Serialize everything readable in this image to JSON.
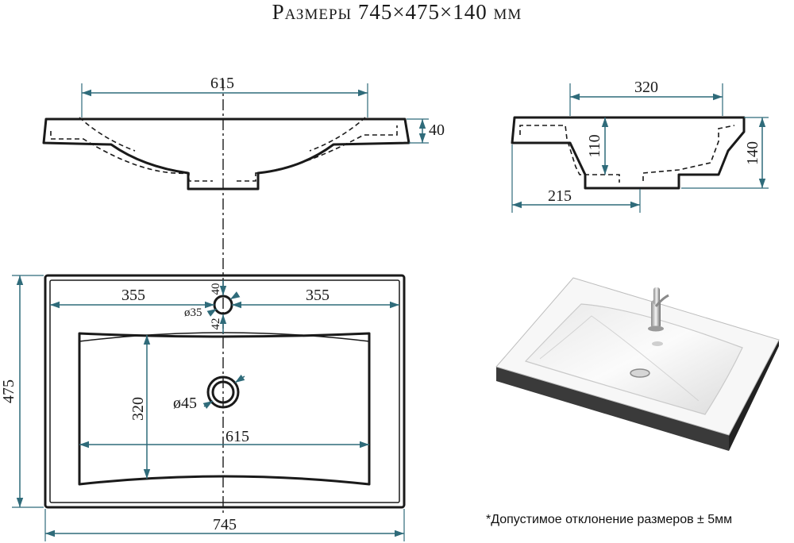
{
  "title": "Размеры 745×475×140 мм",
  "note": "*Допустимое отклонение размеров ± 5мм",
  "front_view": {
    "width_label": "615",
    "rim_label": "40"
  },
  "side_view": {
    "top_label": "320",
    "bowl_depth_label": "110",
    "total_height_label": "140",
    "bottom_label": "215"
  },
  "top_view": {
    "height_label": "475",
    "left_label": "355",
    "right_label": "355",
    "tap_hole_label": "ø35",
    "tap_top_label": "40",
    "tap_bottom_label": "42",
    "bowl_depth_label": "320",
    "drain_label": "ø45",
    "bowl_width_label": "615",
    "total_width_label": "745"
  },
  "colors": {
    "lines": "#1a1a1a",
    "dimension_lines": "#2f6b7a",
    "render_counter": "#2b2b2b",
    "render_basin": "#f2f2f2"
  }
}
